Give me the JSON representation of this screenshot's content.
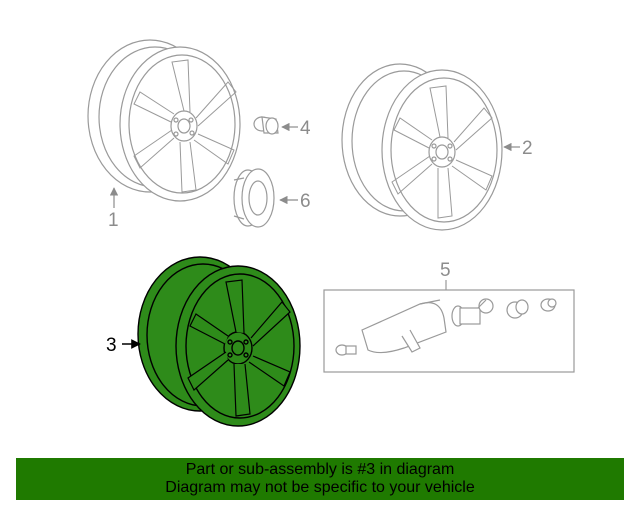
{
  "diagram": {
    "callouts": {
      "c1": "1",
      "c2": "2",
      "c3": "3",
      "c4": "4",
      "c5": "5",
      "c6": "6"
    }
  },
  "banner": {
    "line1": "Part or sub-assembly is #3 in diagram",
    "line2": "Diagram may not be specific to your vehicle"
  },
  "colors": {
    "highlight_fill": "#2e8b1a",
    "banner_bg": "#1f7a00",
    "line_gray": "#9a9a9a"
  }
}
